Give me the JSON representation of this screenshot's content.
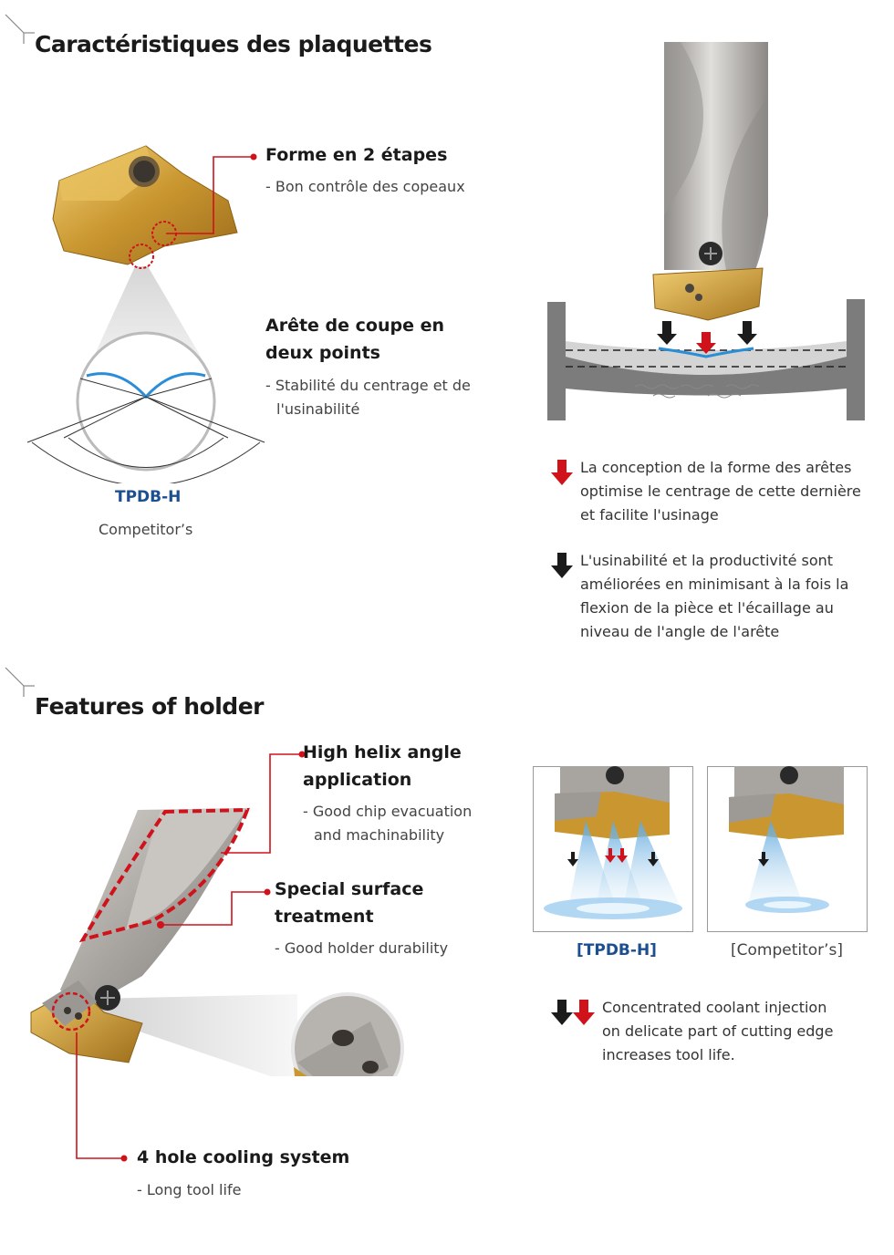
{
  "insert": {
    "title": "Caractéristiques des plaquettes",
    "feature1_title": "Forme en 2 étapes",
    "feature1_sub": "- Bon contrôle des copeaux",
    "feature2_title_l1": "Arête de coupe en",
    "feature2_title_l2": "deux points",
    "feature2_sub_l1": "- Stabilité du centrage et de",
    "feature2_sub_l2": "l'usinabilité",
    "tpdb_label": "TPDB-H",
    "competitor_label": "Competitor’s",
    "red_note_l1": "La conception de la forme des arêtes",
    "red_note_l2": "optimise le centrage de cette dernière",
    "red_note_l3": "et facilite l'usinage",
    "black_note_l1": "L'usinabilité et la productivité sont",
    "black_note_l2": "améliorées en minimisant à la fois la",
    "black_note_l3": "flexion de la pièce et l'écaillage au",
    "black_note_l4": "niveau de l'angle de l'arête"
  },
  "holder": {
    "title": "Features of holder",
    "f1_title_l1": "High helix angle",
    "f1_title_l2": "application",
    "f1_sub_l1": "- Good chip evacuation",
    "f1_sub_l2": "and machinability",
    "f2_title_l1": "Special surface",
    "f2_title_l2": "treatment",
    "f2_sub": "- Good holder durability",
    "f3_title": "4 hole cooling system",
    "f3_sub": "- Long tool life",
    "tpdb_caption": "[TPDB-H]",
    "competitor_caption": "[Competitor’s]",
    "note_l1": "Concentrated coolant injection",
    "note_l2": "on delicate part of cutting edge",
    "note_l3": "increases tool life."
  },
  "colors": {
    "accent_red": "#d0121b",
    "brand_blue": "#1c4f91",
    "gold": "#c9962f",
    "steel": "#a9a6a3"
  }
}
